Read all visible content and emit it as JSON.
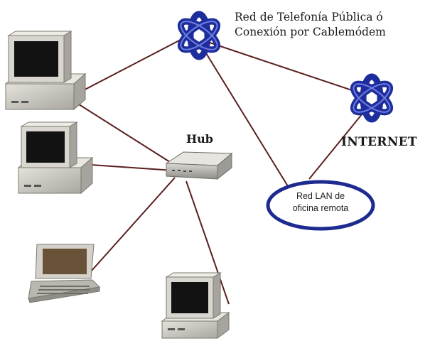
{
  "title": {
    "line1": "Red de Telefonía Pública ó",
    "line2": "Conexión por Cablemódem"
  },
  "hub": {
    "label": "Hub"
  },
  "internet": {
    "label": "INTERNET"
  },
  "lan": {
    "line1": "Red LAN de",
    "line2": "oficina remota"
  },
  "colors": {
    "link": "#5a1f1f",
    "globe": "#1e2d9c",
    "lan_ring": "#1d2a8f",
    "device": "#c9c7bf"
  },
  "icons": [
    "network-globe-icon",
    "internet-globe-icon",
    "desktop-computer-icon",
    "laptop-icon",
    "hub-icon"
  ]
}
